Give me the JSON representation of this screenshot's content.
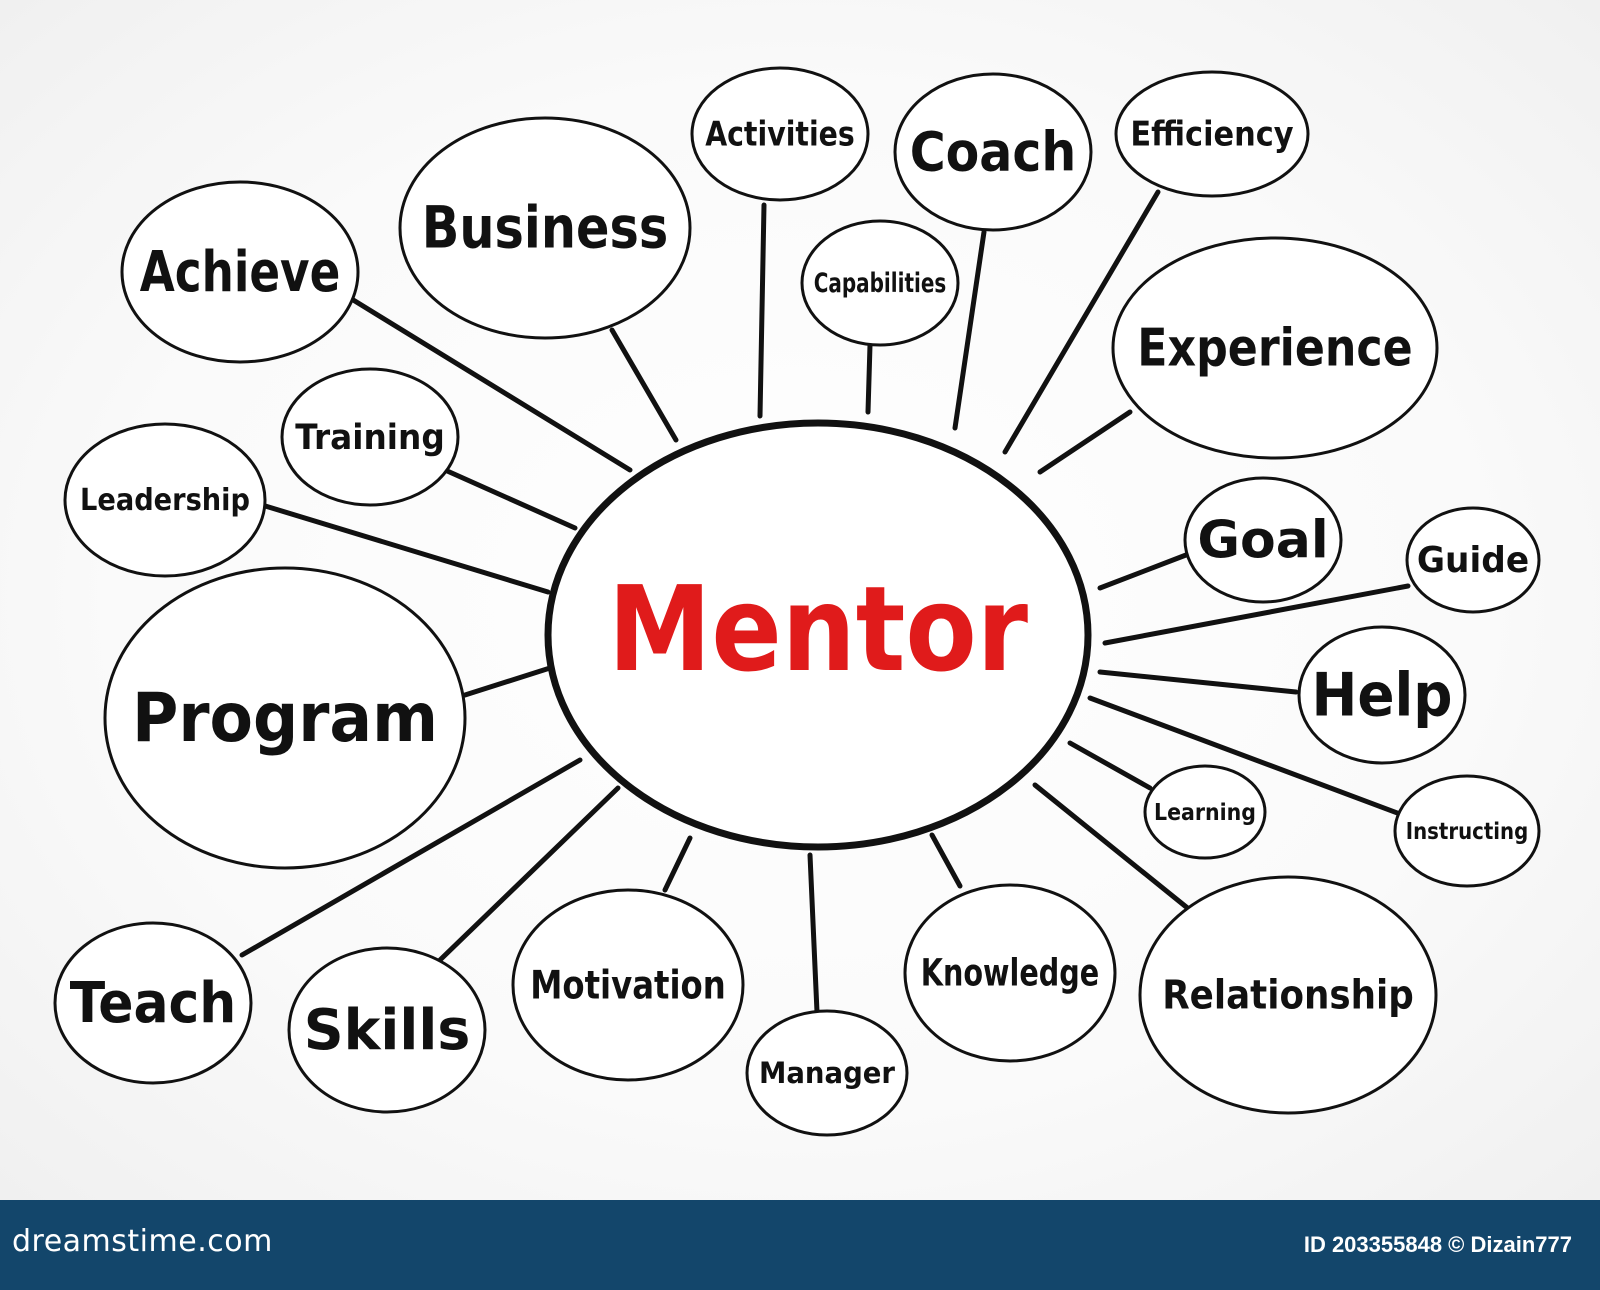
{
  "diagram": {
    "center": {
      "label": "Mentor",
      "color": "#e01b1b"
    },
    "nodes": [
      {
        "id": "achieve",
        "label": "Achieve"
      },
      {
        "id": "business",
        "label": "Business"
      },
      {
        "id": "activities",
        "label": "Activities"
      },
      {
        "id": "coach",
        "label": "Coach"
      },
      {
        "id": "efficiency",
        "label": "Efficiency"
      },
      {
        "id": "capabilities",
        "label": "Capabilities"
      },
      {
        "id": "experience",
        "label": "Experience"
      },
      {
        "id": "training",
        "label": "Training"
      },
      {
        "id": "leadership",
        "label": "Leadership"
      },
      {
        "id": "goal",
        "label": "Goal"
      },
      {
        "id": "guide",
        "label": "Guide"
      },
      {
        "id": "program",
        "label": "Program"
      },
      {
        "id": "help",
        "label": "Help"
      },
      {
        "id": "learning",
        "label": "Learning"
      },
      {
        "id": "instructing",
        "label": "Instructing"
      },
      {
        "id": "teach",
        "label": "Teach"
      },
      {
        "id": "skills",
        "label": "Skills"
      },
      {
        "id": "motivation",
        "label": "Motivation"
      },
      {
        "id": "manager",
        "label": "Manager"
      },
      {
        "id": "knowledge",
        "label": "Knowledge"
      },
      {
        "id": "relationship",
        "label": "Relationship"
      }
    ]
  },
  "footer": {
    "brand": "dreamstime.com",
    "credit": "ID 203355848 © Dizain777"
  },
  "colors": {
    "outline": "#111111",
    "footer_bg": "#13466b"
  }
}
